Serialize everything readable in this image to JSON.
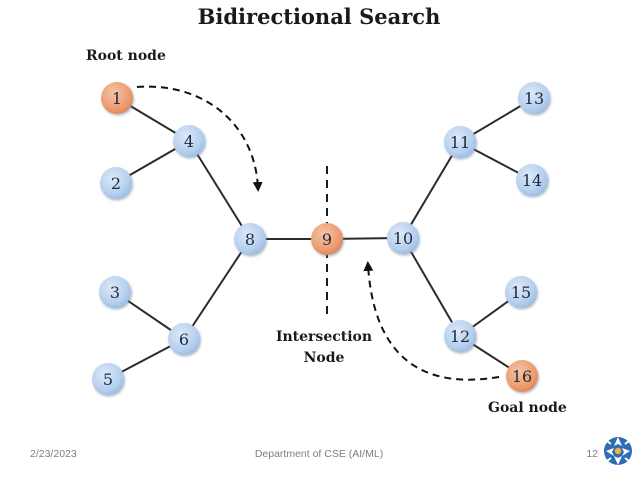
{
  "title": "Bidirectional Search",
  "labels": {
    "root": "Root node",
    "goal": "Goal node",
    "intersection_line1": "Intersection",
    "intersection_line2": "Node"
  },
  "colors": {
    "node_fill": "#b9d2ee",
    "node_highlight": "#ee9e74",
    "node_text": "#1f2a40",
    "edge": "#2b2b2b"
  },
  "nodes": [
    {
      "id": "1",
      "label": "1",
      "highlight": true
    },
    {
      "id": "2",
      "label": "2",
      "highlight": false
    },
    {
      "id": "3",
      "label": "3",
      "highlight": false
    },
    {
      "id": "4",
      "label": "4",
      "highlight": false
    },
    {
      "id": "5",
      "label": "5",
      "highlight": false
    },
    {
      "id": "6",
      "label": "6",
      "highlight": false
    },
    {
      "id": "8",
      "label": "8",
      "highlight": false
    },
    {
      "id": "9",
      "label": "9",
      "highlight": true
    },
    {
      "id": "10",
      "label": "10",
      "highlight": false
    },
    {
      "id": "11",
      "label": "11",
      "highlight": false
    },
    {
      "id": "12",
      "label": "12",
      "highlight": false
    },
    {
      "id": "13",
      "label": "13",
      "highlight": false
    },
    {
      "id": "14",
      "label": "14",
      "highlight": false
    },
    {
      "id": "15",
      "label": "15",
      "highlight": false
    },
    {
      "id": "16",
      "label": "16",
      "highlight": true
    }
  ],
  "edges": [
    [
      "1",
      "4"
    ],
    [
      "2",
      "4"
    ],
    [
      "4",
      "8"
    ],
    [
      "3",
      "6"
    ],
    [
      "5",
      "6"
    ],
    [
      "6",
      "8"
    ],
    [
      "8",
      "9"
    ],
    [
      "9",
      "10"
    ],
    [
      "10",
      "11"
    ],
    [
      "11",
      "13"
    ],
    [
      "11",
      "14"
    ],
    [
      "10",
      "12"
    ],
    [
      "12",
      "15"
    ],
    [
      "12",
      "16"
    ]
  ],
  "search_arrows": [
    {
      "from": "1",
      "to": "8",
      "direction": "forward"
    },
    {
      "from": "16",
      "to": "10",
      "direction": "backward"
    }
  ],
  "footer": {
    "date": "2/23/2023",
    "department": "Department of CSE (AI/ML)",
    "page": "12"
  }
}
